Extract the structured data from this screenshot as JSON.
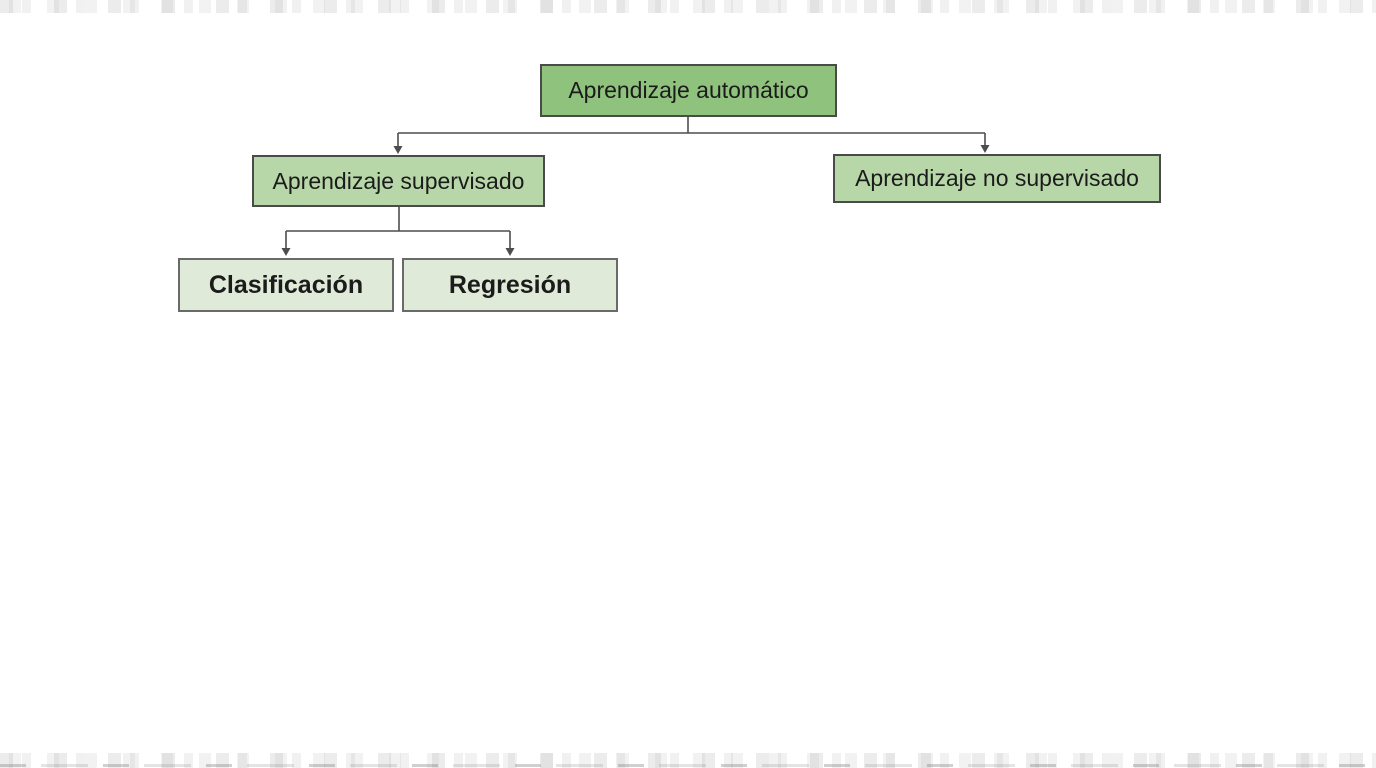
{
  "colors": {
    "page_bg": "#ffffff",
    "root_fill": "#8fc37d",
    "level2_fill": "#b7d7a8",
    "level3_fill": "#dfebd8",
    "border_dark": "#4a4a4a",
    "border_mid": "#6a6a6a",
    "connector": "#4d4d4d",
    "text_color": "#1b1b1b"
  },
  "diagram": {
    "type": "tree",
    "nodes": [
      {
        "id": "root",
        "label": "Aprendizaje automático",
        "level": 1
      },
      {
        "id": "supervised",
        "label": "Aprendizaje supervisado",
        "level": 2
      },
      {
        "id": "unsupervised",
        "label": "Aprendizaje no supervisado",
        "level": 2
      },
      {
        "id": "classification",
        "label": "Clasificación",
        "level": 3
      },
      {
        "id": "regression",
        "label": "Regresión",
        "level": 3
      }
    ],
    "edges": [
      {
        "from": "root",
        "to": "supervised"
      },
      {
        "from": "root",
        "to": "unsupervised"
      },
      {
        "from": "supervised",
        "to": "classification"
      },
      {
        "from": "supervised",
        "to": "regression"
      }
    ]
  }
}
